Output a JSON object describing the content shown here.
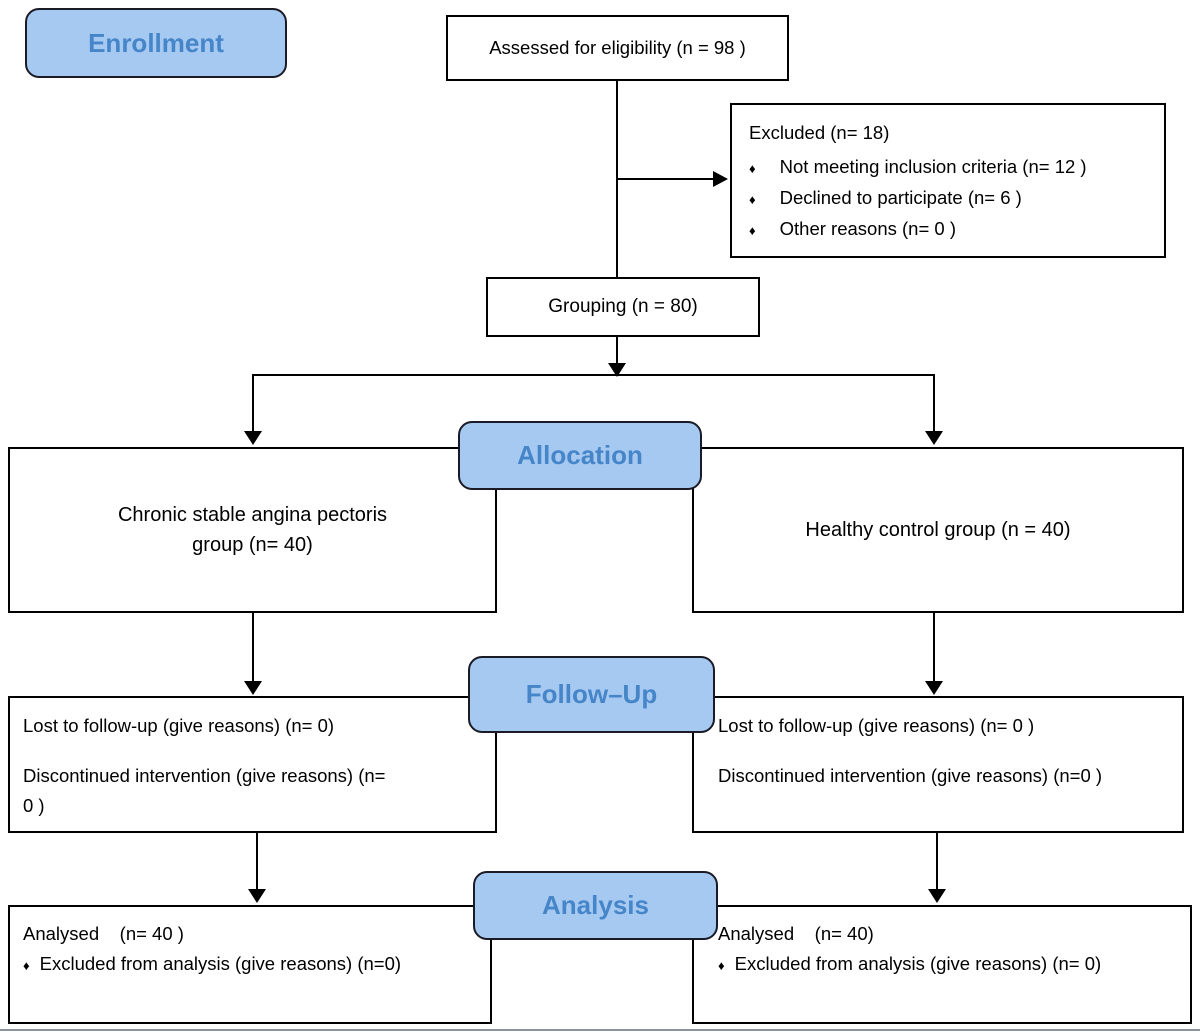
{
  "diagram": {
    "stage_labels": {
      "enrollment": "Enrollment",
      "allocation": "Allocation",
      "followup": "Follow–Up",
      "analysis": "Analysis"
    },
    "bullet_glyph": "♦",
    "boxes": {
      "assessed": "Assessed for eligibility (n = 98 )",
      "excluded": {
        "title": "Excluded (n= 18)",
        "bullets": [
          "Not meeting inclusion criteria (n= 12 )",
          "Declined to participate (n= 6 )",
          "Other reasons (n= 0 )"
        ]
      },
      "grouping": "Grouping (n = 80)",
      "allocation_left": {
        "line1": "Chronic stable angina pectoris",
        "line2": "group (n= 40)"
      },
      "allocation_right": "Healthy control group (n = 40)",
      "followup_left": {
        "line1": "Lost to follow-up (give reasons) (n= 0)",
        "line2": "Discontinued intervention (give reasons) (n=",
        "line3": "0 )"
      },
      "followup_right": {
        "line1": "Lost to follow-up (give reasons) (n= 0 )",
        "line2": "Discontinued intervention (give reasons) (n=0 )"
      },
      "analysis_left": {
        "line1": "Analysed    (n= 40 )",
        "bullet": "Excluded from analysis (give reasons) (n=0)"
      },
      "analysis_right": {
        "line1": "Analysed    (n= 40)",
        "bullet": "Excluded from analysis (give reasons) (n= 0)"
      }
    },
    "colors": {
      "stage_fill": "#a6c9f2",
      "stage_border": "#1b1b26",
      "stage_text": "#4585c8",
      "box_border": "#000000",
      "connector": "#000000",
      "bottom_edge": "#8a939b"
    }
  }
}
